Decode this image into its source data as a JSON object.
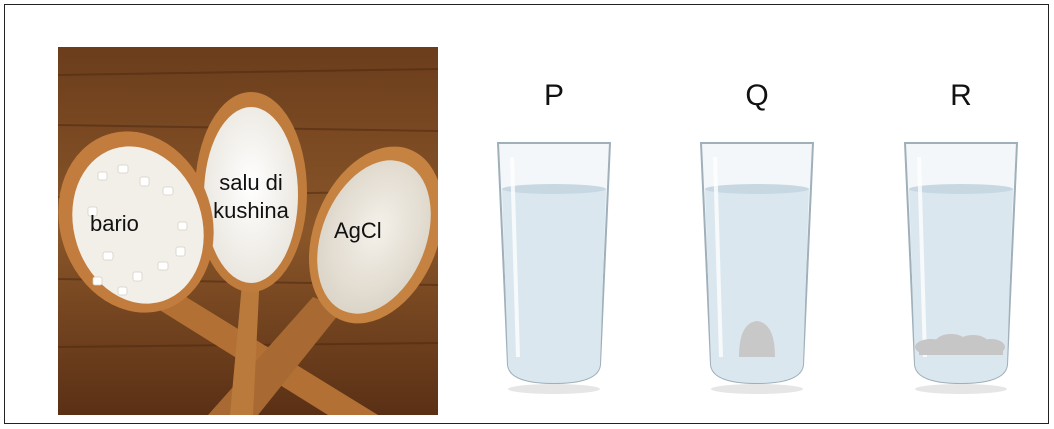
{
  "spoons": {
    "left_label": "bario",
    "middle_label_line1": "salu di",
    "middle_label_line2": "kushina",
    "right_label": "AgCl"
  },
  "glasses": [
    {
      "letter": "P",
      "content": "none"
    },
    {
      "letter": "Q",
      "content": "settled-mound"
    },
    {
      "letter": "R",
      "content": "settled-layer"
    }
  ],
  "colors": {
    "wood_dark": "#5a3417",
    "wood_light": "#9a6533",
    "spoon_wood": "#b87535",
    "water": "#dbe7ef",
    "sediment": "#c8c8c8"
  }
}
